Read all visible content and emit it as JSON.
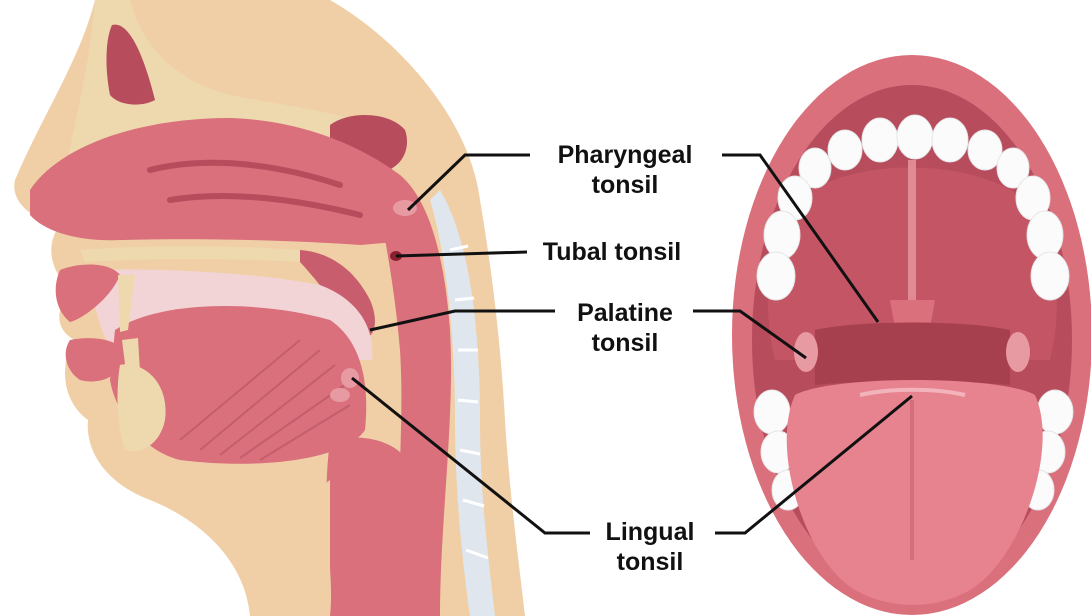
{
  "labels": {
    "pharyngeal": {
      "line1": "Pharyngeal",
      "line2": "tonsil"
    },
    "tubal": {
      "line1": "Tubal tonsil"
    },
    "palatine": {
      "line1": "Palatine",
      "line2": "tonsil"
    },
    "lingual": {
      "line1": "Lingual",
      "line2": "tonsil"
    }
  },
  "colors": {
    "skin": "#f0cfa6",
    "tissue": "#d9707c",
    "tissue_dark": "#b74c5d",
    "tissue_light": "#e89aa3",
    "bone": "#eed9ae",
    "spine": "#dfe6ee",
    "teeth": "#fbfbfb",
    "line": "#111111"
  }
}
